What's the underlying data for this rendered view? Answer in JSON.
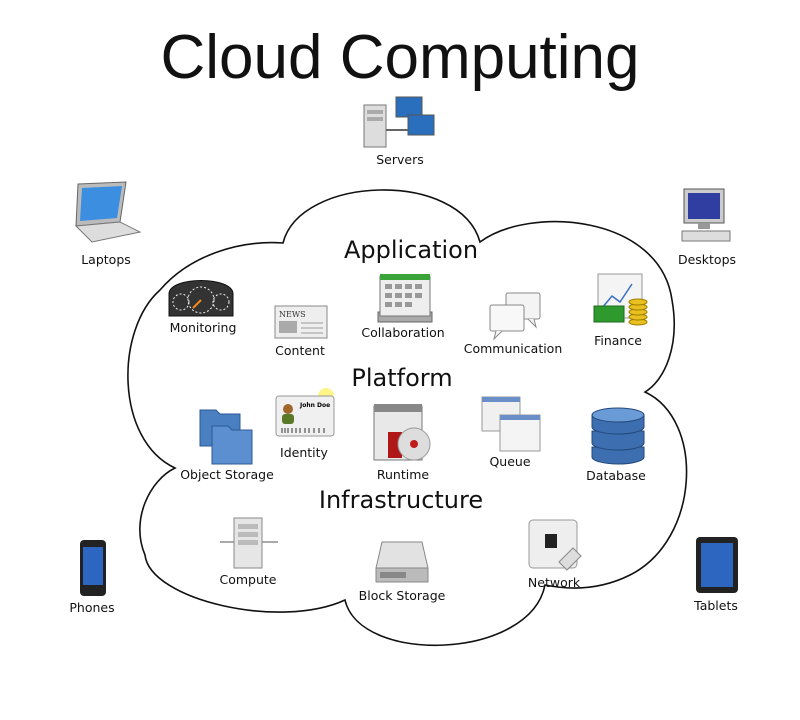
{
  "title": "Cloud Computing",
  "layers": {
    "application": "Application",
    "platform": "Platform",
    "infrastructure": "Infrastructure"
  },
  "devices": {
    "servers": "Servers",
    "laptops": "Laptops",
    "desktops": "Desktops",
    "phones": "Phones",
    "tablets": "Tablets"
  },
  "application": {
    "monitoring": "Monitoring",
    "content": "Content",
    "collaboration": "Collaboration",
    "communication": "Communication",
    "finance": "Finance",
    "news_text": "NEWS"
  },
  "platform": {
    "object_storage": "Object Storage",
    "identity": "Identity",
    "runtime": "Runtime",
    "queue": "Queue",
    "database": "Database",
    "id_name": "John Doe"
  },
  "infrastructure": {
    "compute": "Compute",
    "block_storage": "Block Storage",
    "network": "Network"
  }
}
